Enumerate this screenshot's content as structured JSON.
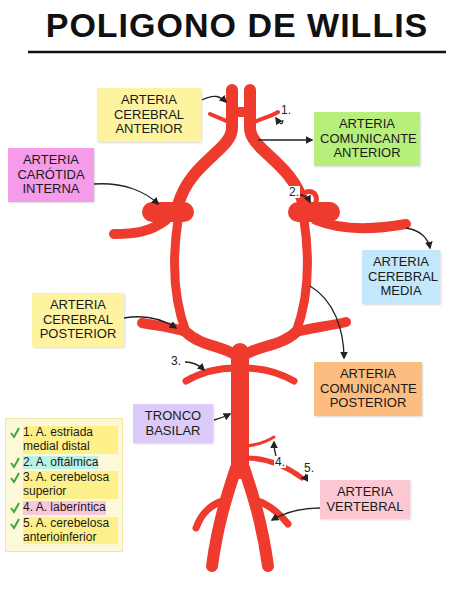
{
  "diagram": {
    "title": "POLIGONO DE WILLIS",
    "nodes": [
      {
        "text": [
          "ARTERIA CEREBRAL ANTERIOR"
        ]
      },
      {
        "text": [
          "ARTERIA COMUNICANTE ANTERIOR"
        ]
      },
      {
        "text": [
          "ARTERIA CARÓTIDA INTERNA"
        ]
      },
      {
        "text": [
          "ARTERIA CEREBRAL MEDIA"
        ]
      },
      {
        "text": [
          "ARTERIA CEREBRAL POSTERIOR"
        ]
      },
      {
        "text": [
          "ARTERIA COMUNICANTE POSTERIOR"
        ]
      },
      {
        "text": [
          "TRONCO BASILAR"
        ]
      },
      {
        "text": [
          "ARTERIA VERTEBRAL"
        ]
      }
    ],
    "edges": [],
    "labels": [
      "1.",
      "2.",
      "3.",
      "4.",
      "5."
    ],
    "legend": [
      {
        "text": "1. A. estriada medial distal"
      },
      {
        "text": "2. A. oftálmica"
      },
      {
        "text": "3. A. cerebelosa superior"
      },
      {
        "text": "4. A. laberíntica"
      },
      {
        "text": "5. A. cerebelosa anterioinferior"
      }
    ]
  }
}
